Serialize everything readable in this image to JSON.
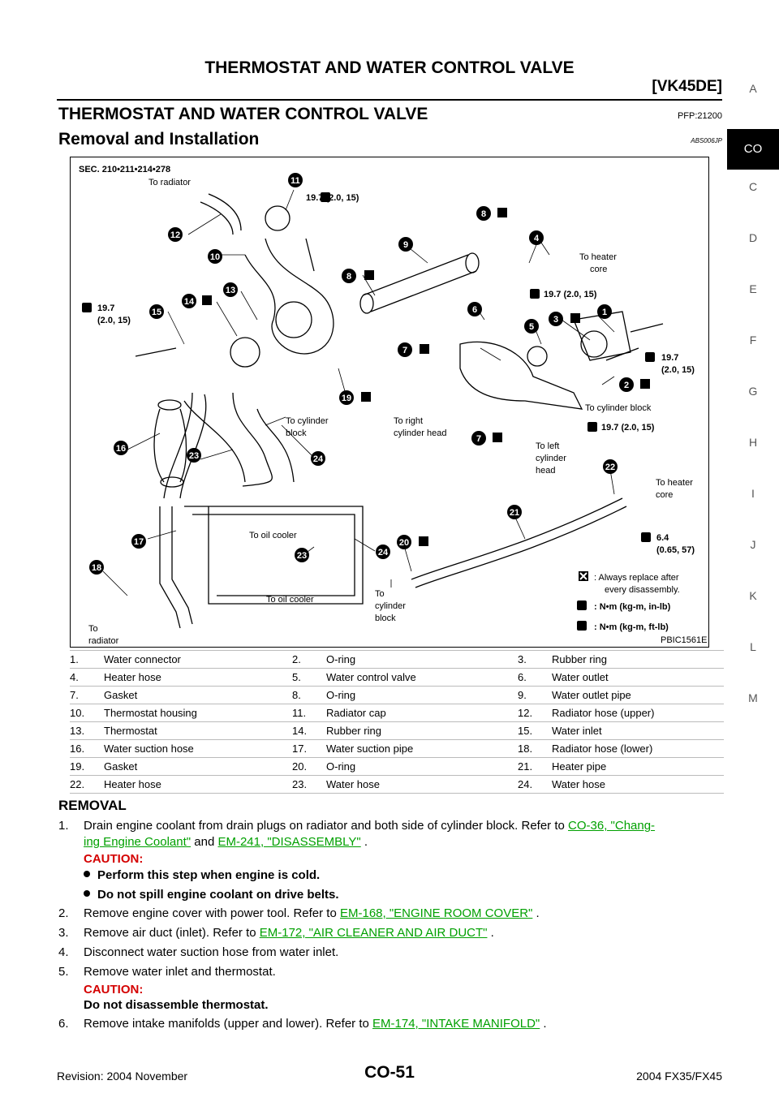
{
  "header": {
    "title": "THERMOSTAT AND WATER CONTROL VALVE",
    "engine": "[VK45DE]"
  },
  "section": {
    "title": "THERMOSTAT AND WATER CONTROL VALVE",
    "code": "PFP:21200"
  },
  "subsection": {
    "title": "Removal and Installation",
    "code": "ABS006JP"
  },
  "side_index": [
    "A",
    "CO",
    "C",
    "D",
    "E",
    "F",
    "G",
    "H",
    "I",
    "J",
    "K",
    "L",
    "M"
  ],
  "side_index_active": "CO",
  "figure": {
    "sec_label": "SEC. 210•211•214•278",
    "figure_id": "PBIC1561E",
    "labels": {
      "to_radiator_top": "To radiator",
      "to_heater_core_1a": "To heater",
      "to_heater_core_1b": "core",
      "to_cylinder_block_1a": "To cylinder",
      "to_cylinder_block_1b": "block",
      "to_right_head_a": "To right",
      "to_right_head_b": "cylinder head",
      "to_cylinder_block_2": "To cylinder block",
      "to_left_head_a": "To left",
      "to_left_head_b": "cylinder",
      "to_left_head_c": "head",
      "to_heater_core_2a": "To heater",
      "to_heater_core_2b": "core",
      "to_oil_cooler_1": "To oil cooler",
      "to_oil_cooler_2": "To oil cooler",
      "to_cyl_block_3a": "To",
      "to_cyl_block_3b": "cylinder",
      "to_cyl_block_3c": "block",
      "to_radiator_bottom_a": "To",
      "to_radiator_bottom_b": "radiator"
    },
    "torques": {
      "t1": "19.7 (2.0, 15)",
      "t2a": "19.7",
      "t2b": "(2.0, 15)",
      "t3": "19.7 (2.0, 15)",
      "t4a": "19.7",
      "t4b": "(2.0, 15)",
      "t5": "19.7 (2.0, 15)",
      "t6a": "6.4",
      "t6b": "(0.65, 57)"
    },
    "key": {
      "replace_a": ": Always replace after",
      "replace_b": "every disassembly.",
      "inlb": ": N•m (kg-m, in-lb)",
      "ftlb": ": N•m (kg-m, ft-lb)"
    },
    "callouts": [
      "1",
      "2",
      "3",
      "4",
      "5",
      "6",
      "7",
      "7",
      "8",
      "8",
      "9",
      "10",
      "11",
      "12",
      "13",
      "14",
      "15",
      "16",
      "17",
      "18",
      "19",
      "20",
      "21",
      "22",
      "23",
      "23",
      "24",
      "24"
    ]
  },
  "legend": [
    [
      "1.",
      "Water connector",
      "2.",
      "O-ring",
      "3.",
      "Rubber ring"
    ],
    [
      "4.",
      "Heater hose",
      "5.",
      "Water control valve",
      "6.",
      "Water outlet"
    ],
    [
      "7.",
      "Gasket",
      "8.",
      "O-ring",
      "9.",
      "Water outlet pipe"
    ],
    [
      "10.",
      "Thermostat housing",
      "11.",
      "Radiator cap",
      "12.",
      "Radiator hose (upper)"
    ],
    [
      "13.",
      "Thermostat",
      "14.",
      "Rubber ring",
      "15.",
      "Water inlet"
    ],
    [
      "16.",
      "Water suction hose",
      "17.",
      "Water suction pipe",
      "18.",
      "Radiator hose (lower)"
    ],
    [
      "19.",
      "Gasket",
      "20.",
      "O-ring",
      "21.",
      "Heater pipe"
    ],
    [
      "22.",
      "Heater hose",
      "23.",
      "Water hose",
      "24.",
      "Water hose"
    ]
  ],
  "removal": {
    "heading": "REMOVAL",
    "step1": {
      "num": "1.",
      "text_a": "Drain engine coolant from drain plugs on radiator and both side of cylinder block. Refer to ",
      "link_a1": "CO-36, \"Chang-",
      "link_a2": "ing Engine Coolant\"",
      "text_b": " and ",
      "link_b": "EM-241, \"DISASSEMBLY\"",
      "text_c": " ."
    },
    "caution1": "CAUTION:",
    "bullet1": "Perform this step when engine is cold.",
    "bullet2": "Do not spill engine coolant on drive belts.",
    "step2": {
      "num": "2.",
      "text": "Remove engine cover with power tool. Refer to ",
      "link": "EM-168, \"ENGINE ROOM COVER\"",
      "end": " ."
    },
    "step3": {
      "num": "3.",
      "text": "Remove air duct (inlet). Refer to ",
      "link": "EM-172, \"AIR CLEANER AND AIR DUCT\"",
      "end": " ."
    },
    "step4": {
      "num": "4.",
      "text": "Disconnect water suction hose from water inlet."
    },
    "step5": {
      "num": "5.",
      "text": "Remove water inlet and thermostat."
    },
    "caution2": "CAUTION:",
    "caution2_text": "Do not disassemble thermostat.",
    "step6": {
      "num": "6.",
      "text": "Remove intake manifolds (upper and lower). Refer to ",
      "link": "EM-174, \"INTAKE MANIFOLD\"",
      "end": " ."
    }
  },
  "footer": {
    "revision": "Revision: 2004 November",
    "page": "CO-51",
    "model": "2004 FX35/FX45"
  }
}
